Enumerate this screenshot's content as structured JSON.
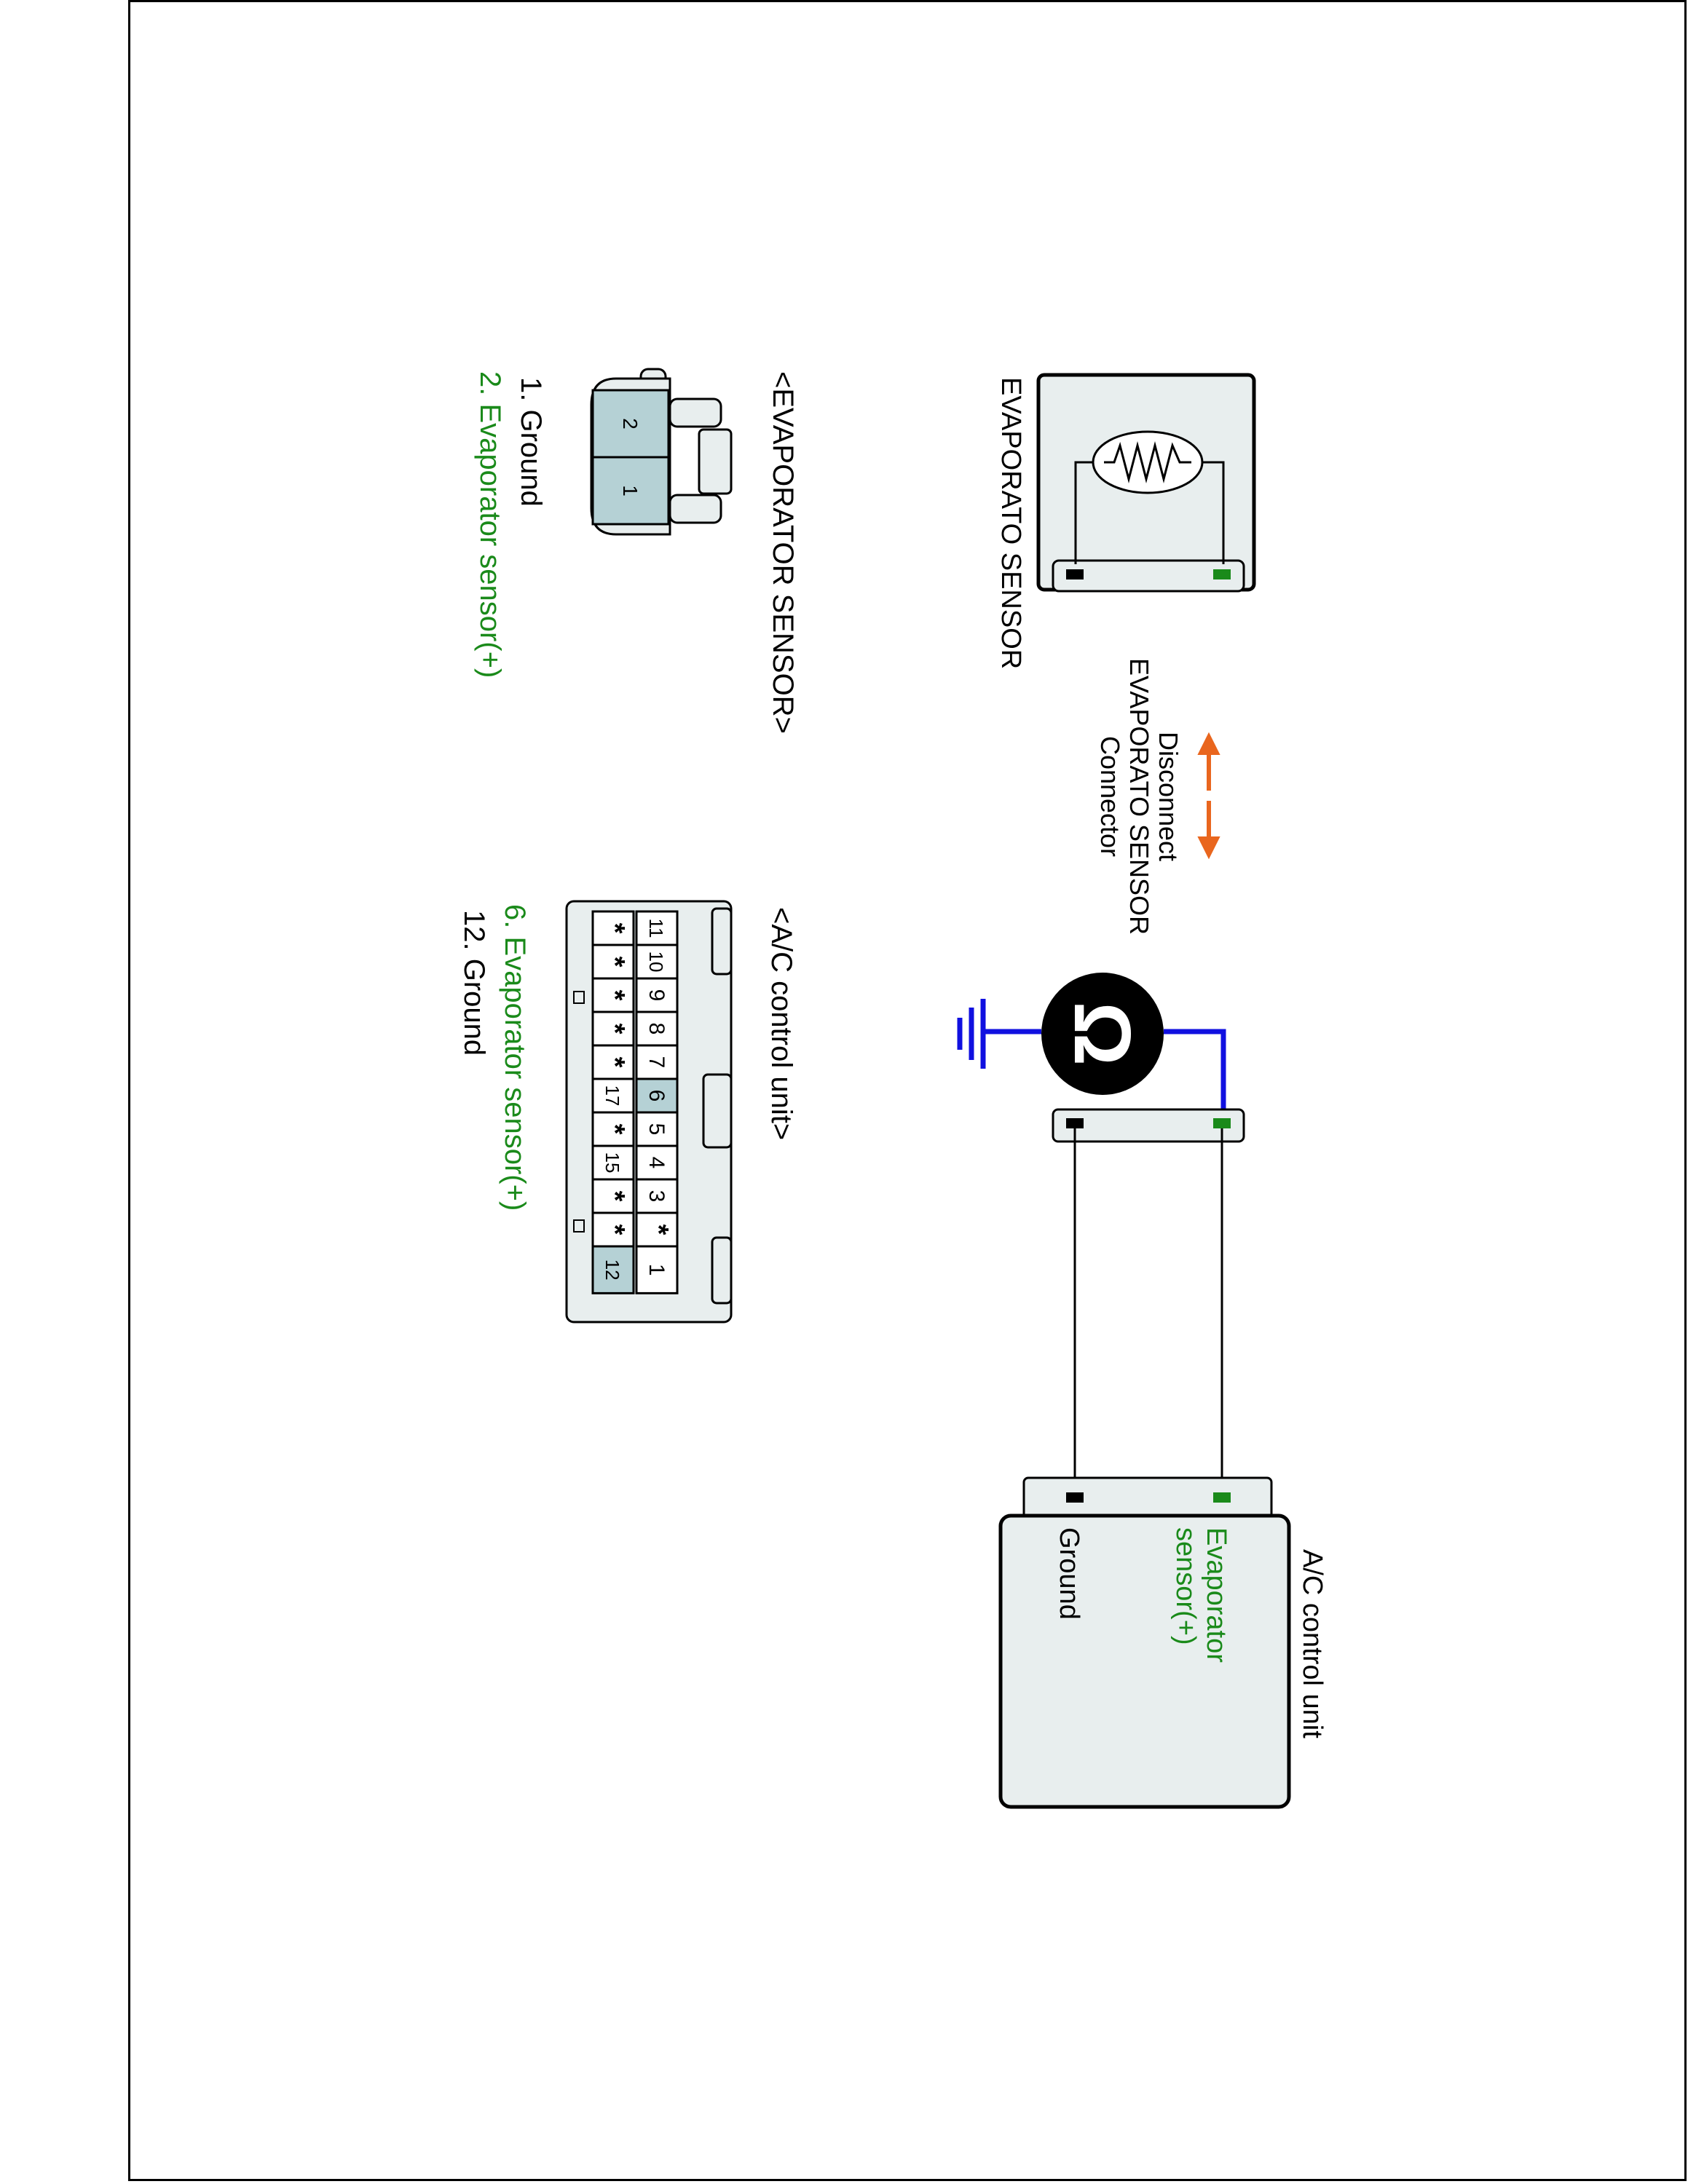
{
  "colors": {
    "box_fill": "#e8eeee",
    "teal_fill": "#b5d1d5",
    "green": "#1a8a1a",
    "black": "#000000",
    "blue_wire": "#1010e0",
    "orange": "#e9661e",
    "meter": "#000000"
  },
  "sensor": {
    "label": "EVAPORATO SENSOR",
    "resistor_icon": "resistor-icon"
  },
  "disconnect": {
    "line1": "Disconnect",
    "line2": "EVAPORATO SENSOR",
    "line3": "Connector"
  },
  "meter": {
    "symbol": "Ω",
    "ground_icon": "ground-icon"
  },
  "ac_unit": {
    "title": "A/C control unit",
    "pin_sensor_line1": "Evaporator",
    "pin_sensor_line2": "sensor(+)",
    "pin_ground": "Ground"
  },
  "evap_connector": {
    "title": "<EVAPORATOR SENSOR>",
    "pins": [
      "2",
      "1"
    ],
    "legend": [
      {
        "text": "1. Ground",
        "color": "#000000"
      },
      {
        "text": "2. Evaporator sensor(+)",
        "color": "#1a8a1a"
      }
    ]
  },
  "ac_connector": {
    "title": "<A/C control unit>",
    "top_row": [
      "11",
      "10",
      "9",
      "8",
      "7",
      "6",
      "5",
      "4",
      "3",
      "*",
      "1"
    ],
    "bottom_row": [
      "*",
      "*",
      "*",
      "*",
      "*",
      "17",
      "*",
      "15",
      "*",
      "*",
      "12"
    ],
    "highlighted": [
      "6",
      "12"
    ],
    "legend": [
      {
        "text": "6. Evaporator sensor(+)",
        "color": "#1a8a1a"
      },
      {
        "text": "12. Ground",
        "color": "#000000"
      }
    ]
  }
}
